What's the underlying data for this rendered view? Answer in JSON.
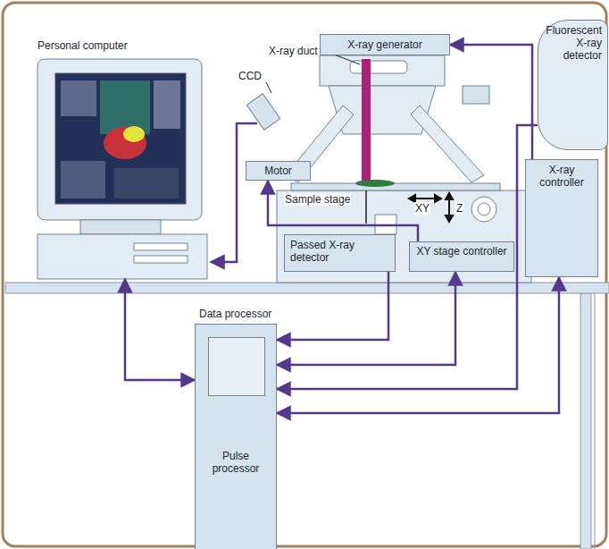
{
  "diagram": {
    "nodes": [
      {
        "text": [
          "Personal computer"
        ]
      },
      {
        "text": [
          "X-ray generator"
        ]
      },
      {
        "text": [
          "Fluorescent X-ray detector"
        ]
      },
      {
        "text": [
          "Motor"
        ]
      },
      {
        "text": [
          "Passed X-ray detector"
        ]
      },
      {
        "text": [
          "XY stage controller"
        ]
      },
      {
        "text": [
          "X-ray controller"
        ]
      },
      {
        "text": [
          "Data processor",
          "Pulse processor"
        ]
      }
    ],
    "edges": [
      {
        "from": 0,
        "to": 7,
        "arrow": "both"
      },
      {
        "from": 4,
        "to": 7,
        "arrow": "to"
      },
      {
        "from": 5,
        "to": 7,
        "arrow": "both"
      },
      {
        "from": 2,
        "to": 7,
        "arrow": "to"
      },
      {
        "from": 6,
        "to": 7,
        "arrow": "both"
      },
      {
        "from": 6,
        "to": 1,
        "arrow": "to"
      },
      {
        "from": 5,
        "to": 3,
        "arrow": "to"
      }
    ],
    "labels": [
      "X-ray duct",
      "CCD",
      "Sample stage",
      "XY",
      "Z"
    ]
  }
}
